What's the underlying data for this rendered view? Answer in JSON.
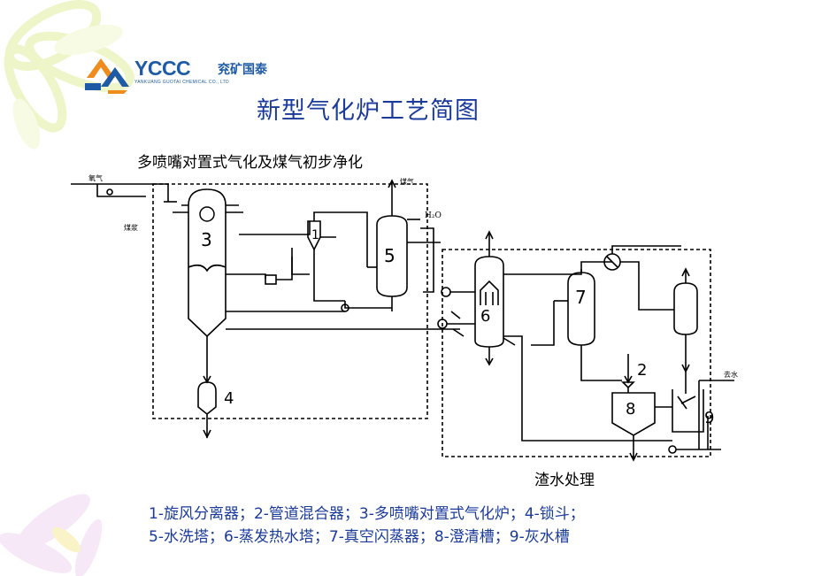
{
  "logo": {
    "brand": "YCCC",
    "chinese": "兖矿国泰",
    "subtitle": "YANKUANG GUOTAI CHEMICAL CO., LTD"
  },
  "title": "新型气化炉工艺简图",
  "diagram": {
    "section_top": "多喷嘴对置式气化及煤气初步净化",
    "section_bottom": "渣水处理",
    "inlet_top_left": "氧气",
    "inlet_slurry": "煤浆",
    "outlet_gas": "煤气",
    "outlet_water": "H₂O",
    "outlet_right": "去水",
    "units": [
      "1",
      "2",
      "3",
      "4",
      "5",
      "6",
      "7",
      "8",
      "9"
    ]
  },
  "legend": {
    "line1": "1-旋风分离器；2-管道混合器；3-多喷嘴对置式气化炉；4-锁斗；",
    "line2": "5-水洗塔；6-蒸发热水塔；7-真空闪蒸器；8-澄清槽；9-灰水槽"
  },
  "colors": {
    "title": "#1a3a9c",
    "logo": "#1e5aa6",
    "logo_orange": "#f08c1e"
  }
}
